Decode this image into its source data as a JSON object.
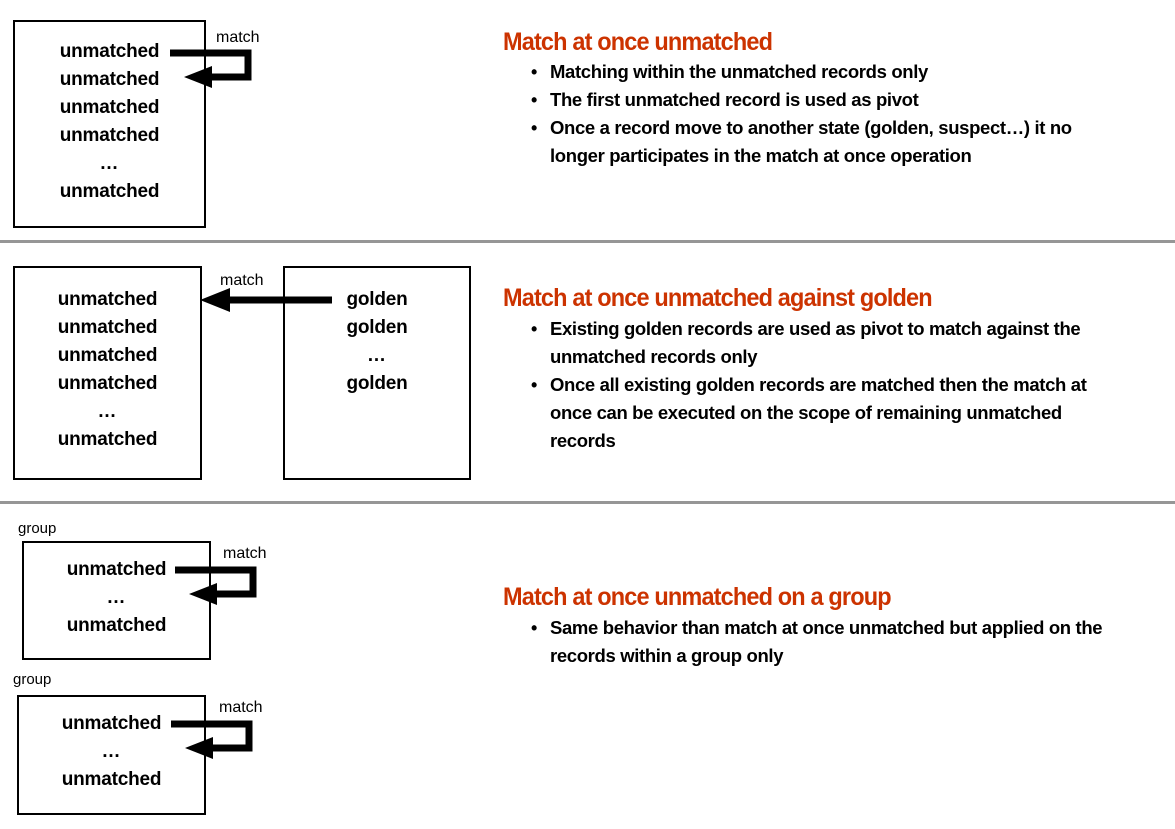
{
  "palette": {
    "heading": "#cc3300",
    "text": "#000000",
    "separator": "#969696",
    "box_border": "#000000",
    "background": "#ffffff"
  },
  "sections": [
    {
      "id": "match-at-once-unmatched",
      "title": "Match at once unmatched",
      "bullets": [
        "Matching within the unmatched records only",
        "The first unmatched record is used as pivot",
        "Once a record move to another state (golden, suspect…) it no longer participates in the match at once operation"
      ],
      "diagram": {
        "unmatched_box": {
          "rows": [
            "unmatched",
            "unmatched",
            "unmatched",
            "unmatched",
            "…",
            "unmatched"
          ]
        },
        "arrow_label": "match",
        "arrow_kind": "self-loop"
      }
    },
    {
      "id": "match-at-once-unmatched-against-golden",
      "title": "Match at once unmatched against golden",
      "bullets": [
        "Existing golden records are used as pivot to match against the unmatched records only",
        "Once all existing golden records are matched then the match at once can be executed on the scope of remaining unmatched records"
      ],
      "diagram": {
        "unmatched_box": {
          "rows": [
            "unmatched",
            "unmatched",
            "unmatched",
            "unmatched",
            "…",
            "unmatched"
          ]
        },
        "golden_box": {
          "rows": [
            "golden",
            "golden",
            "…",
            "golden"
          ]
        },
        "arrow_label": "match",
        "arrow_kind": "golden-to-unmatched"
      }
    },
    {
      "id": "match-at-once-unmatched-on-a-group",
      "title": "Match at once unmatched on a group",
      "bullets": [
        "Same behavior than match at once unmatched but applied on the records within a group only"
      ],
      "diagram": {
        "groups": [
          {
            "label": "group",
            "rows": [
              "unmatched",
              "…",
              "unmatched"
            ],
            "arrow_label": "match"
          },
          {
            "label": "group",
            "rows": [
              "unmatched",
              "…",
              "unmatched"
            ],
            "arrow_label": "match"
          }
        ],
        "arrow_kind": "self-loop"
      }
    }
  ]
}
